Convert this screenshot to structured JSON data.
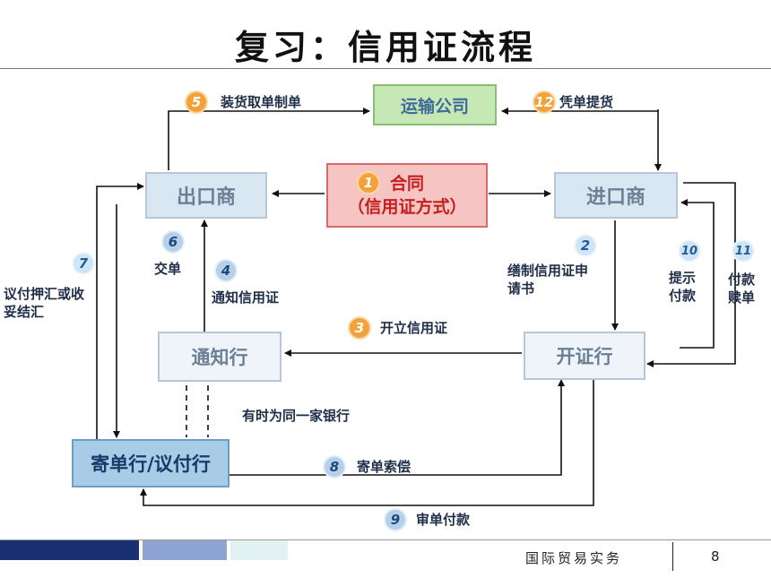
{
  "title": "复习：信用证流程",
  "nodes": {
    "transport": "运输公司",
    "exporter": "出口商",
    "importer": "进口商",
    "contract_line1": "合同",
    "contract_line2": "（信用证方式）",
    "advising_bank": "通知行",
    "issuing_bank": "开证行",
    "negotiating_bank": "寄单行/议付行"
  },
  "steps": [
    {
      "number": "1",
      "label": ""
    },
    {
      "number": "2",
      "label": "缮制信用证申请书"
    },
    {
      "number": "3",
      "label": "开立信用证"
    },
    {
      "number": "4",
      "label": "通知信用证"
    },
    {
      "number": "5",
      "label": "装货取单制单"
    },
    {
      "number": "6",
      "label": "交单"
    },
    {
      "number": "7",
      "label": "议付押汇或收妥结汇"
    },
    {
      "number": "8",
      "label": "寄单索偿"
    },
    {
      "number": "9",
      "label": "审单付款"
    },
    {
      "number": "10",
      "label": "提示付款"
    },
    {
      "number": "11",
      "label": "付款赎单"
    },
    {
      "number": "12",
      "label": "凭单提货"
    }
  ],
  "note_same_bank": "有时为同一家银行",
  "footer": {
    "course": "国际贸易实务",
    "page": "8"
  },
  "colors": {
    "bar1": "#1b2f73",
    "bar2": "#8ea4d3",
    "bar3": "#e2f1f2",
    "arrow": "#111111"
  }
}
